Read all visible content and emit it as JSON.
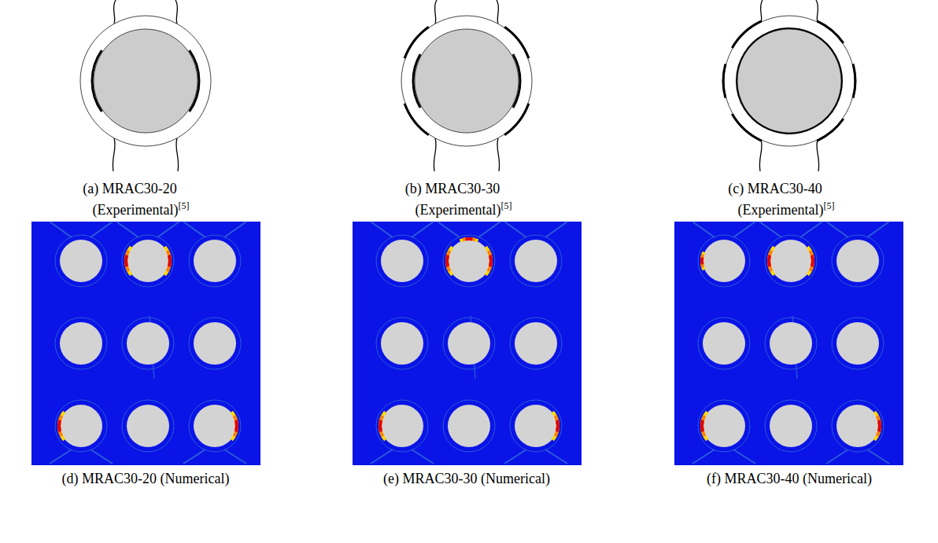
{
  "diagram": {
    "labels": [
      "(a)  MRAC30-20",
      "(Experimental)",
      "[5]",
      "(b)  MRAC30-30",
      "(Experimental)",
      "[5]",
      "(c)  MRAC30-40",
      "(Experimental)",
      "[5]",
      "(d)  MRAC30-20 (Numerical)",
      "(e)  MRAC30-30 (Numerical)",
      "(f)  MRAC30-40 (Numerical)"
    ]
  }
}
